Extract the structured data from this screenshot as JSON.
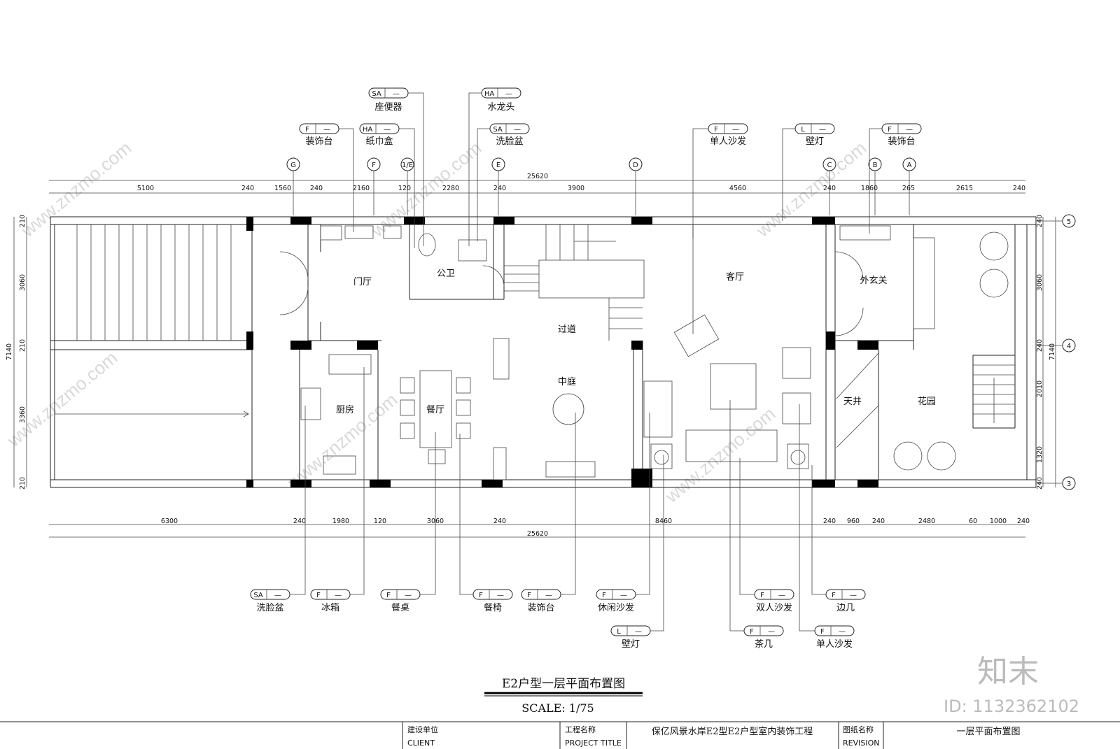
{
  "drawing": {
    "title": "E2户型一层平面布置图",
    "scale": "SCALE: 1/75"
  },
  "rooms": {
    "foyer": "门厅",
    "wc": "公卫",
    "corridor": "过道",
    "courtyard": "中庭",
    "living": "客厅",
    "outer_entry": "外玄关",
    "kitchen": "厨房",
    "dining": "餐厅",
    "lightwell": "天井",
    "garden": "花园"
  },
  "axes_top": [
    "G",
    "F",
    "1/E",
    "E",
    "D",
    "C",
    "B",
    "A"
  ],
  "axes_right": [
    "5",
    "4",
    "3"
  ],
  "dims_top": {
    "total": "25620",
    "segments": [
      "5100",
      "240",
      "1560",
      "240",
      "2160",
      "120",
      "2280",
      "240",
      "3900",
      "4560",
      "240",
      "1860",
      "265",
      "2615",
      "240"
    ]
  },
  "dims_bottom": {
    "total": "25620",
    "segments": [
      "6300",
      "240",
      "1980",
      "120",
      "3060",
      "240",
      "8460",
      "240",
      "960",
      "240",
      "2480",
      "60",
      "1000",
      "240"
    ]
  },
  "dims_left": {
    "total": "7140",
    "segments": [
      "210",
      "3060",
      "210",
      "3360",
      "210"
    ]
  },
  "dims_right": {
    "total": "7140",
    "segments": [
      "240",
      "3060",
      "240",
      "2010",
      "1320",
      "240"
    ]
  },
  "tags_top": [
    {
      "code": "SA",
      "name": "座便器"
    },
    {
      "code": "HA",
      "name": "水龙头"
    },
    {
      "code": "F",
      "name": "装饰台"
    },
    {
      "code": "HA",
      "name": "纸巾盒"
    },
    {
      "code": "SA",
      "name": "洗脸盆"
    },
    {
      "code": "F",
      "name": "单人沙发"
    },
    {
      "code": "L",
      "name": "壁灯"
    },
    {
      "code": "F",
      "name": "装饰台"
    }
  ],
  "tags_bottom": [
    {
      "code": "SA",
      "name": "洗脸盆"
    },
    {
      "code": "F",
      "name": "冰箱"
    },
    {
      "code": "F",
      "name": "餐桌"
    },
    {
      "code": "F",
      "name": "餐椅"
    },
    {
      "code": "F",
      "name": "装饰台"
    },
    {
      "code": "F",
      "name": "休闲沙发"
    },
    {
      "code": "F",
      "name": "双人沙发"
    },
    {
      "code": "F",
      "name": "边几"
    },
    {
      "code": "L",
      "name": "壁灯"
    },
    {
      "code": "F",
      "name": "茶几"
    },
    {
      "code": "F",
      "name": "单人沙发"
    }
  ],
  "tag_dash": "—",
  "title_block": {
    "client_label": "建设单位",
    "client_label_en": "CLIENT",
    "project_label": "工程名称",
    "project_label_en": "PROJECT TITLE",
    "project_name": "保亿风景水岸E2型E2户型室内装饰工程",
    "drawing_label": "图纸名称",
    "drawing_label_en": "REVISION",
    "drawing_name": "一层平面布置图"
  },
  "watermark": {
    "url": "www.znzmo.com",
    "brand": "知末",
    "id": "ID: 1132362102"
  }
}
